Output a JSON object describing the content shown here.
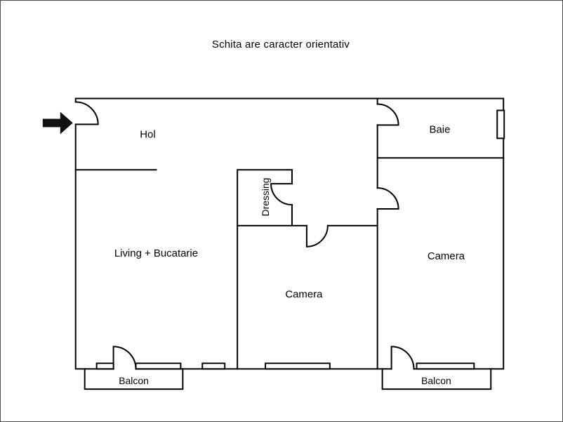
{
  "title": "Schita are caracter orientativ",
  "floorplan": {
    "rooms": {
      "hol": "Hol",
      "baie": "Baie",
      "dressing": "Dressing",
      "living": "Living + Bucatarie",
      "camera_center": "Camera",
      "camera_right": "Camera",
      "balcon_left": "Balcon",
      "balcon_right": "Balcon"
    }
  },
  "icons": {
    "entrance_arrow": "entrance-arrow-icon"
  },
  "colors": {
    "wall": "#000000",
    "text": "#000000",
    "arrow": "#111111",
    "background": "#ffffff",
    "frame_border": "#4c4c4c"
  }
}
